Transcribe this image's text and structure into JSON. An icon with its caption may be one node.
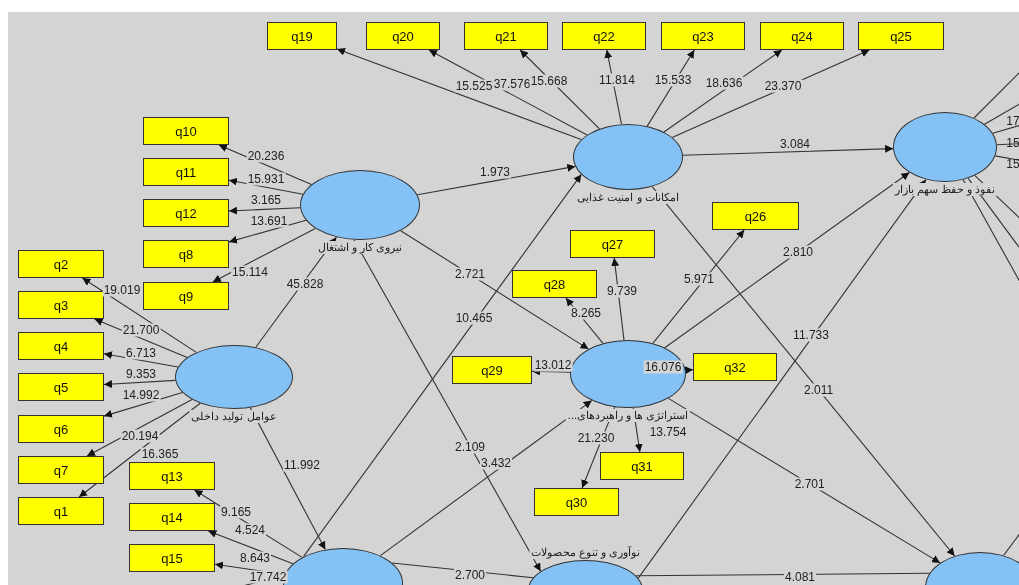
{
  "diagram": {
    "nodes": [
      {
        "text": [
          "q19"
        ]
      },
      {
        "text": [
          "q20"
        ]
      },
      {
        "text": [
          "q21"
        ]
      },
      {
        "text": [
          "q22"
        ]
      },
      {
        "text": [
          "q23"
        ]
      },
      {
        "text": [
          "q24"
        ]
      },
      {
        "text": [
          "q25"
        ]
      },
      {
        "text": [
          "q10"
        ]
      },
      {
        "text": [
          "امکانات و امنیت غذایی"
        ]
      },
      {
        "text": [
          "نفوذ و حفظ سهم بازار"
        ]
      },
      {
        "text": [
          "q11"
        ]
      },
      {
        "text": [
          "نیروی کار و اشتغال"
        ]
      },
      {
        "text": [
          "q12"
        ]
      },
      {
        "text": [
          "q26"
        ]
      },
      {
        "text": [
          "q27"
        ]
      },
      {
        "text": [
          "q8"
        ]
      },
      {
        "text": [
          "q2"
        ]
      },
      {
        "text": [
          "q28"
        ]
      },
      {
        "text": [
          "q9"
        ]
      },
      {
        "text": [
          "q3"
        ]
      },
      {
        "text": [
          "q4"
        ]
      },
      {
        "text": [
          "q29"
        ]
      },
      {
        "text": [
          "استراتژی ها و راهبردهای..."
        ]
      },
      {
        "text": [
          "q32"
        ]
      },
      {
        "text": [
          "q5"
        ]
      },
      {
        "text": [
          "عوامل تولید داخلی"
        ]
      },
      {
        "text": [
          "q6"
        ]
      },
      {
        "text": [
          "q7"
        ]
      },
      {
        "text": [
          "q31"
        ]
      },
      {
        "text": [
          "q13"
        ]
      },
      {
        "text": [
          "q30"
        ]
      },
      {
        "text": [
          "q1"
        ]
      },
      {
        "text": [
          "q14"
        ]
      },
      {
        "text": [
          "نوآوری و تنوع محصولات"
        ]
      },
      {
        "text": [
          "q15"
        ]
      },
      {
        "text": [],
        "shape": "ellipse"
      },
      {
        "text": [],
        "shape": "ellipse"
      }
    ],
    "edges": [
      {
        "from": 8,
        "to": 0,
        "arrow": "to",
        "label": "15.525"
      },
      {
        "from": 8,
        "to": 1,
        "arrow": "to",
        "label": "37.576"
      },
      {
        "from": 8,
        "to": 2,
        "arrow": "to",
        "label": "15.668"
      },
      {
        "from": 8,
        "to": 3,
        "arrow": "to",
        "label": "11.814"
      },
      {
        "from": 8,
        "to": 4,
        "arrow": "to",
        "label": "15.533"
      },
      {
        "from": 8,
        "to": 5,
        "arrow": "to",
        "label": "18.636"
      },
      {
        "from": 8,
        "to": 6,
        "arrow": "to",
        "label": "23.370"
      },
      {
        "from": 11,
        "to": 7,
        "arrow": "to",
        "label": "20.236"
      },
      {
        "from": 11,
        "to": 10,
        "arrow": "to",
        "label": "15.931"
      },
      {
        "from": 11,
        "to": 12,
        "arrow": "to",
        "label": "3.165"
      },
      {
        "from": 11,
        "to": 15,
        "arrow": "to",
        "label": "13.691"
      },
      {
        "from": 11,
        "to": 18,
        "arrow": "to",
        "label": "15.114"
      },
      {
        "from": 25,
        "to": 16,
        "arrow": "to",
        "label": "19.019"
      },
      {
        "from": 25,
        "to": 19,
        "arrow": "to",
        "label": "21.700"
      },
      {
        "from": 25,
        "to": 20,
        "arrow": "to",
        "label": "6.713"
      },
      {
        "from": 25,
        "to": 24,
        "arrow": "to",
        "label": "9.353"
      },
      {
        "from": 25,
        "to": 26,
        "arrow": "to",
        "label": "14.992"
      },
      {
        "from": 25,
        "to": 27,
        "arrow": "to",
        "label": "20.194"
      },
      {
        "from": 25,
        "to": 31,
        "arrow": "to",
        "label": "16.365"
      },
      {
        "from": 35,
        "to": 29,
        "arrow": "to",
        "label": "9.165"
      },
      {
        "from": 35,
        "to": 32,
        "arrow": "to",
        "label": "4.524"
      },
      {
        "from": 35,
        "to": 34,
        "arrow": "to",
        "label": "8.643"
      },
      {
        "from": 35,
        "to": null,
        "arrow": "none",
        "label": "17.742"
      },
      {
        "from": 22,
        "to": 13,
        "arrow": "to",
        "label": "5.971"
      },
      {
        "from": 22,
        "to": 14,
        "arrow": "to",
        "label": "9.739"
      },
      {
        "from": 22,
        "to": 17,
        "arrow": "to",
        "label": "8.265"
      },
      {
        "from": 22,
        "to": 21,
        "arrow": "to",
        "label": "13.012"
      },
      {
        "from": 22,
        "to": 23,
        "arrow": "to",
        "label": "16.076"
      },
      {
        "from": 22,
        "to": 28,
        "arrow": "to",
        "label": "13.754"
      },
      {
        "from": 22,
        "to": 30,
        "arrow": "to",
        "label": "21.230"
      },
      {
        "from": 25,
        "to": 11,
        "arrow": "to",
        "label": "45.828"
      },
      {
        "from": 25,
        "to": 35,
        "arrow": "to",
        "label": "11.992"
      },
      {
        "from": 11,
        "to": 8,
        "arrow": "to",
        "label": "1.973"
      },
      {
        "from": 11,
        "to": 22,
        "arrow": "to",
        "label": "2.721"
      },
      {
        "from": 8,
        "to": 9,
        "arrow": "to",
        "label": "3.084"
      },
      {
        "from": 35,
        "to": 8,
        "arrow": "to",
        "label": "10.465"
      },
      {
        "from": 11,
        "to": 33,
        "arrow": "to",
        "label": "2.109"
      },
      {
        "from": 35,
        "to": 22,
        "arrow": "to",
        "label": "3.432"
      },
      {
        "from": 8,
        "to": 36,
        "arrow": "to",
        "label": "2.011"
      },
      {
        "from": 22,
        "to": 9,
        "arrow": "to",
        "label": "2.810"
      },
      {
        "from": 33,
        "to": 9,
        "arrow": "to",
        "label": "11.733"
      },
      {
        "from": 22,
        "to": 36,
        "arrow": "to",
        "label": "2.701"
      },
      {
        "from": 35,
        "to": 33,
        "arrow": "none",
        "label": "2.700"
      },
      {
        "from": 33,
        "to": 36,
        "arrow": "none",
        "label": "4.081"
      },
      {
        "from": 9,
        "to": null,
        "arrow": "none",
        "label": "17"
      },
      {
        "from": 9,
        "to": null,
        "arrow": "none",
        "label": "15"
      },
      {
        "from": 9,
        "to": null,
        "arrow": "none",
        "label": "15"
      },
      {
        "from": 9,
        "to": null,
        "arrow": "none"
      },
      {
        "from": 9,
        "to": null,
        "arrow": "none"
      },
      {
        "from": 9,
        "to": null,
        "arrow": "none"
      },
      {
        "from": 9,
        "to": null,
        "arrow": "none"
      },
      {
        "from": 9,
        "to": null,
        "arrow": "none"
      },
      {
        "from": 36,
        "to": null,
        "arrow": "none"
      }
    ]
  }
}
